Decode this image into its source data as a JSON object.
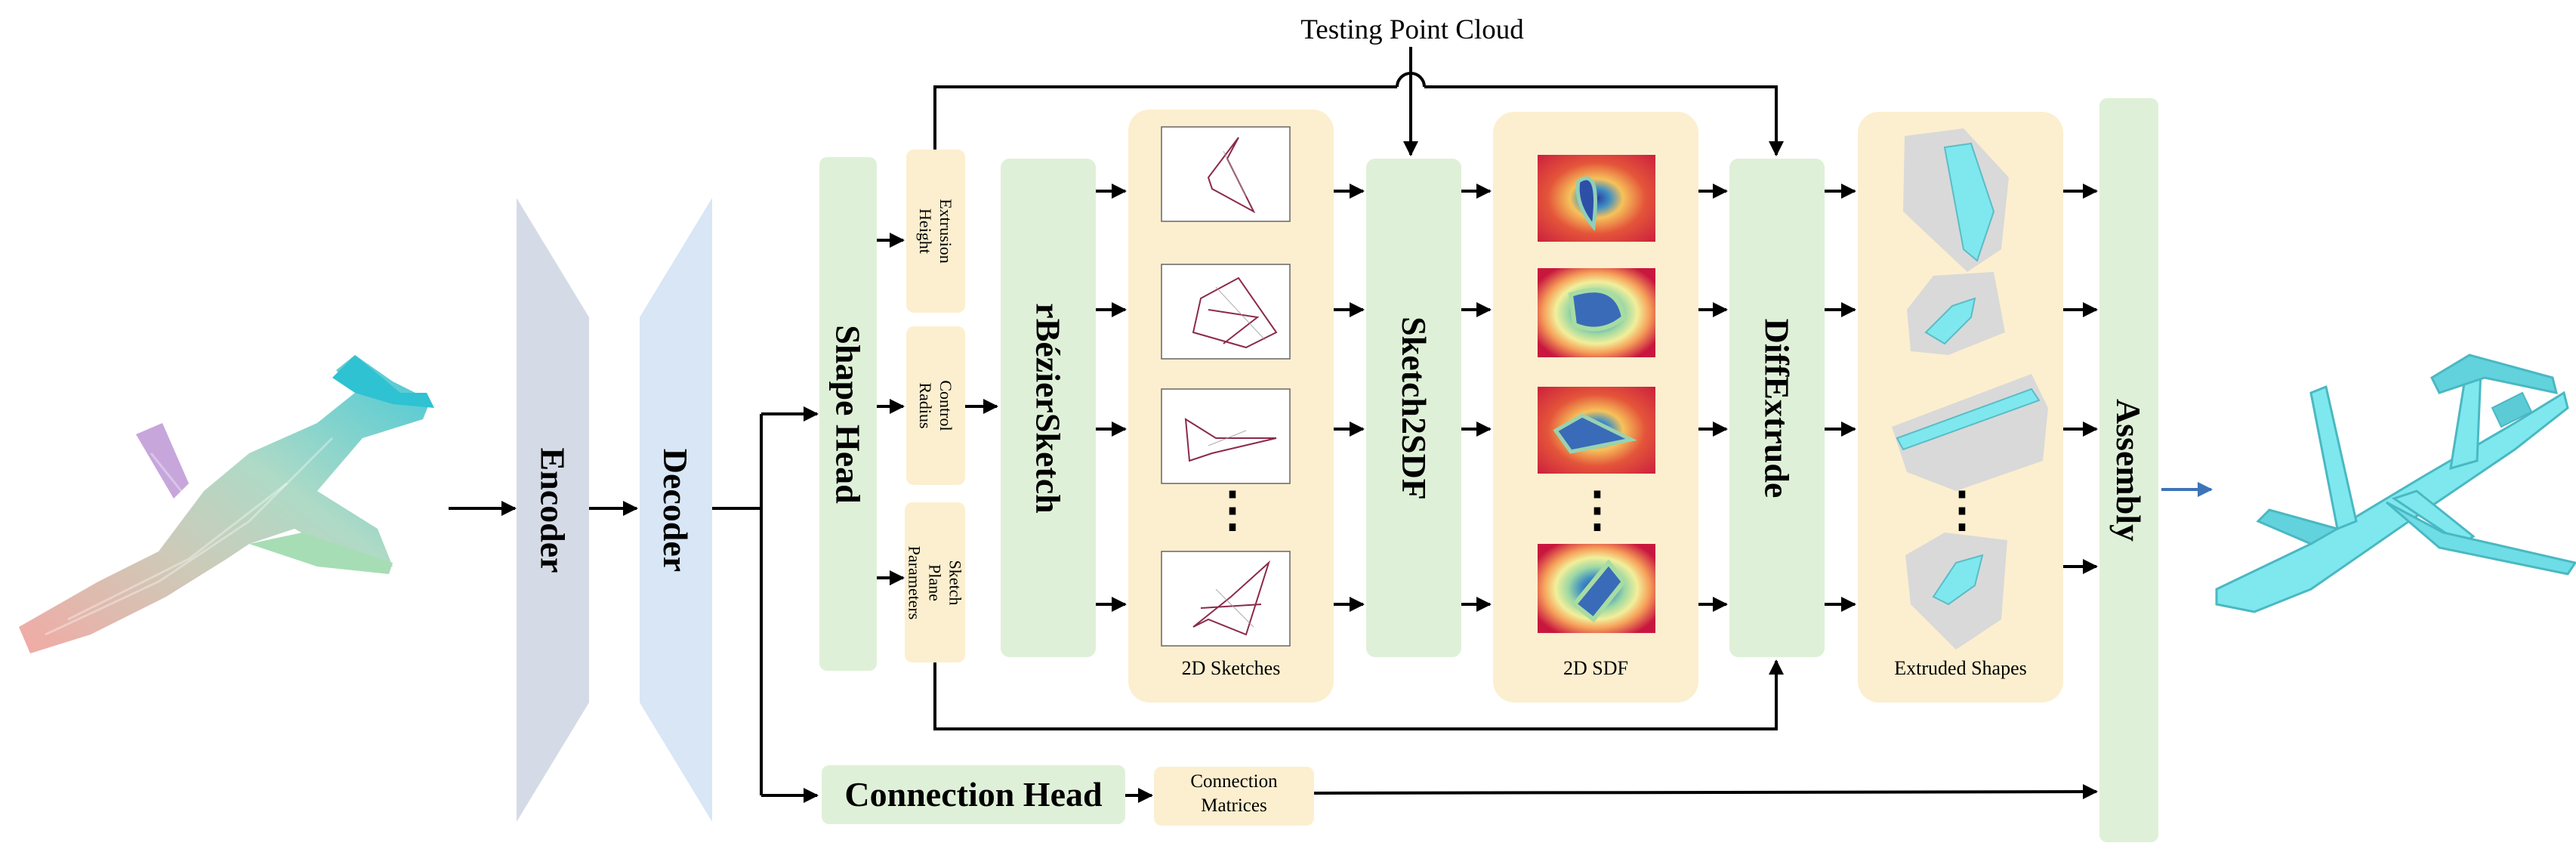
{
  "title": "Testing Point Cloud",
  "encoder": "Encoder",
  "decoder": "Decoder",
  "shape_head": "Shape Head",
  "params": {
    "extrusion": "Extrusion Height",
    "control": "Control Radius",
    "plane": "Sketch Plane Parameters"
  },
  "rbezier": "rBézierSketch",
  "sketches_label": "2D Sketches",
  "sketch2sdf": "Sketch2SDF",
  "sdf_label": "2D SDF",
  "diffextrude": "DiffExtrude",
  "extruded_label": "Extruded Shapes",
  "assembly": "Assembly",
  "connection_head": "Connection Head",
  "connection_matrices": "Connection Matrices",
  "ellipsis": "⋮",
  "colors": {
    "encoder": "#d5dbe6",
    "decoder": "#d8e6f5",
    "module_green": "#dff0d8",
    "panel_yellow": "#fcefcf",
    "sdf_outer": "#c8173e",
    "sdf_inner": "#3a5cb0",
    "shape_cyan": "#7ee8ee",
    "shape_gray": "#d9d9d9",
    "output_arrow": "#3d74b8"
  }
}
